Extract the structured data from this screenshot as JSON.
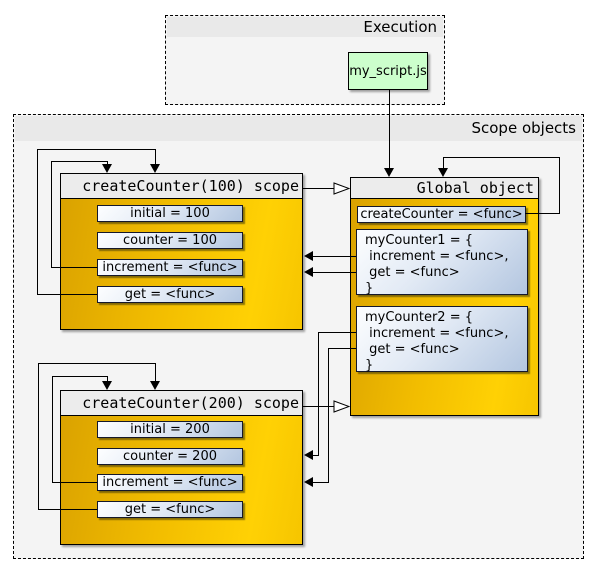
{
  "diagram": {
    "execution": {
      "title": "Execution",
      "script": "my_script.js"
    },
    "scopes": {
      "title": "Scope objects",
      "scope100": {
        "title": "createCounter(100) scope",
        "fields": [
          "initial = 100",
          "counter = 100",
          "increment = <func>",
          "get = <func>"
        ]
      },
      "global": {
        "title": "Global object",
        "createCounter": "createCounter = <func>",
        "myCounter1": [
          "myCounter1 = {",
          " increment = <func>,",
          " get = <func>",
          "}"
        ],
        "myCounter2": [
          "myCounter2 = {",
          " increment = <func>,",
          " get = <func>",
          "}"
        ]
      },
      "scope200": {
        "title": "createCounter(200) scope",
        "fields": [
          "initial = 200",
          "counter = 200",
          "increment = <func>",
          "get = <func>"
        ]
      }
    },
    "colors": {
      "gold_dark": "#d9a100",
      "gold_bright": "#ffd104",
      "field_light": "#fdfeff",
      "field_steel": "#b3c6e0",
      "script_green": "#ccffcc",
      "header_gray": "#ececec",
      "panel_gray": "#f4f4f4"
    }
  }
}
